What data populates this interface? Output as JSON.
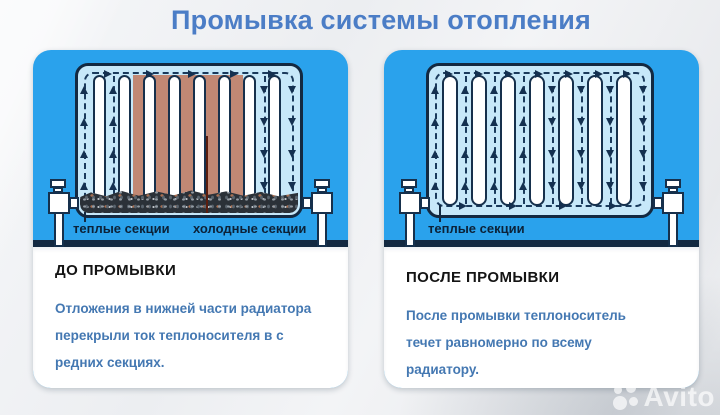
{
  "title": "Промывка системы отопления",
  "colors": {
    "title_blue": "#4b7dc6",
    "card_blue": "#2aa2ec",
    "radiator_fill": "#c7e8f9",
    "outline_navy": "#132941",
    "cold_zone_salmon": "#c18874",
    "body_text_blue": "#4478b2",
    "heading_black": "#141414"
  },
  "panels": {
    "before": {
      "heading": "ДО ПРОМЫВКИ",
      "body": "Отложения в нижней части радиатора\nперекрыли ток теплоносителя в с\nредних секциях.",
      "labels": {
        "warm": "теплые секции",
        "cold": "холодные секции"
      },
      "sections_total": 8,
      "cold_sections": 4
    },
    "after": {
      "heading": "ПОСЛЕ ПРОМЫВКИ",
      "body": "После промывки теплоноситель\nтечет равномерно по всему\nрадиатору.",
      "labels": {
        "warm": "теплые секции"
      },
      "sections_total": 7
    }
  },
  "watermark": {
    "brand": "Avito"
  }
}
